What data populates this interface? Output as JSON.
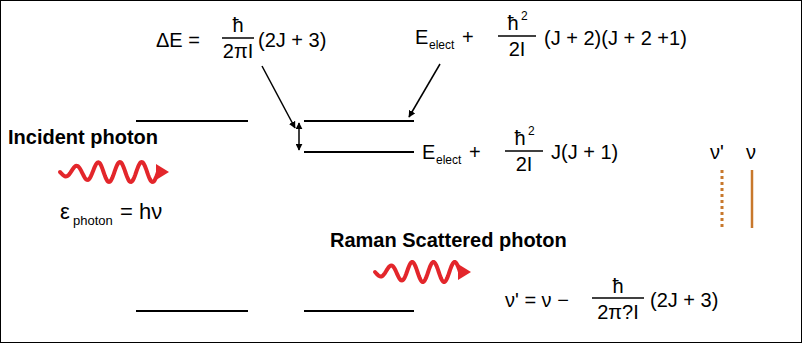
{
  "diagram": {
    "labels": [
      "ΔE =",
      "ħ",
      "2πI",
      "(2J + 3)",
      "E",
      "elect",
      "+",
      "ħ",
      "2",
      "2I",
      "(J + 2)(J + 2 +1)",
      "Incident photon",
      "E",
      "elect",
      "+",
      "ħ",
      "2",
      "2I",
      "J(J + 1)",
      "ν'",
      "ν",
      "ε",
      "photon",
      "= hν",
      "Raman Scattered photon",
      "ν' = ν −",
      "ħ",
      "2π?I",
      "(2J + 3)"
    ]
  }
}
